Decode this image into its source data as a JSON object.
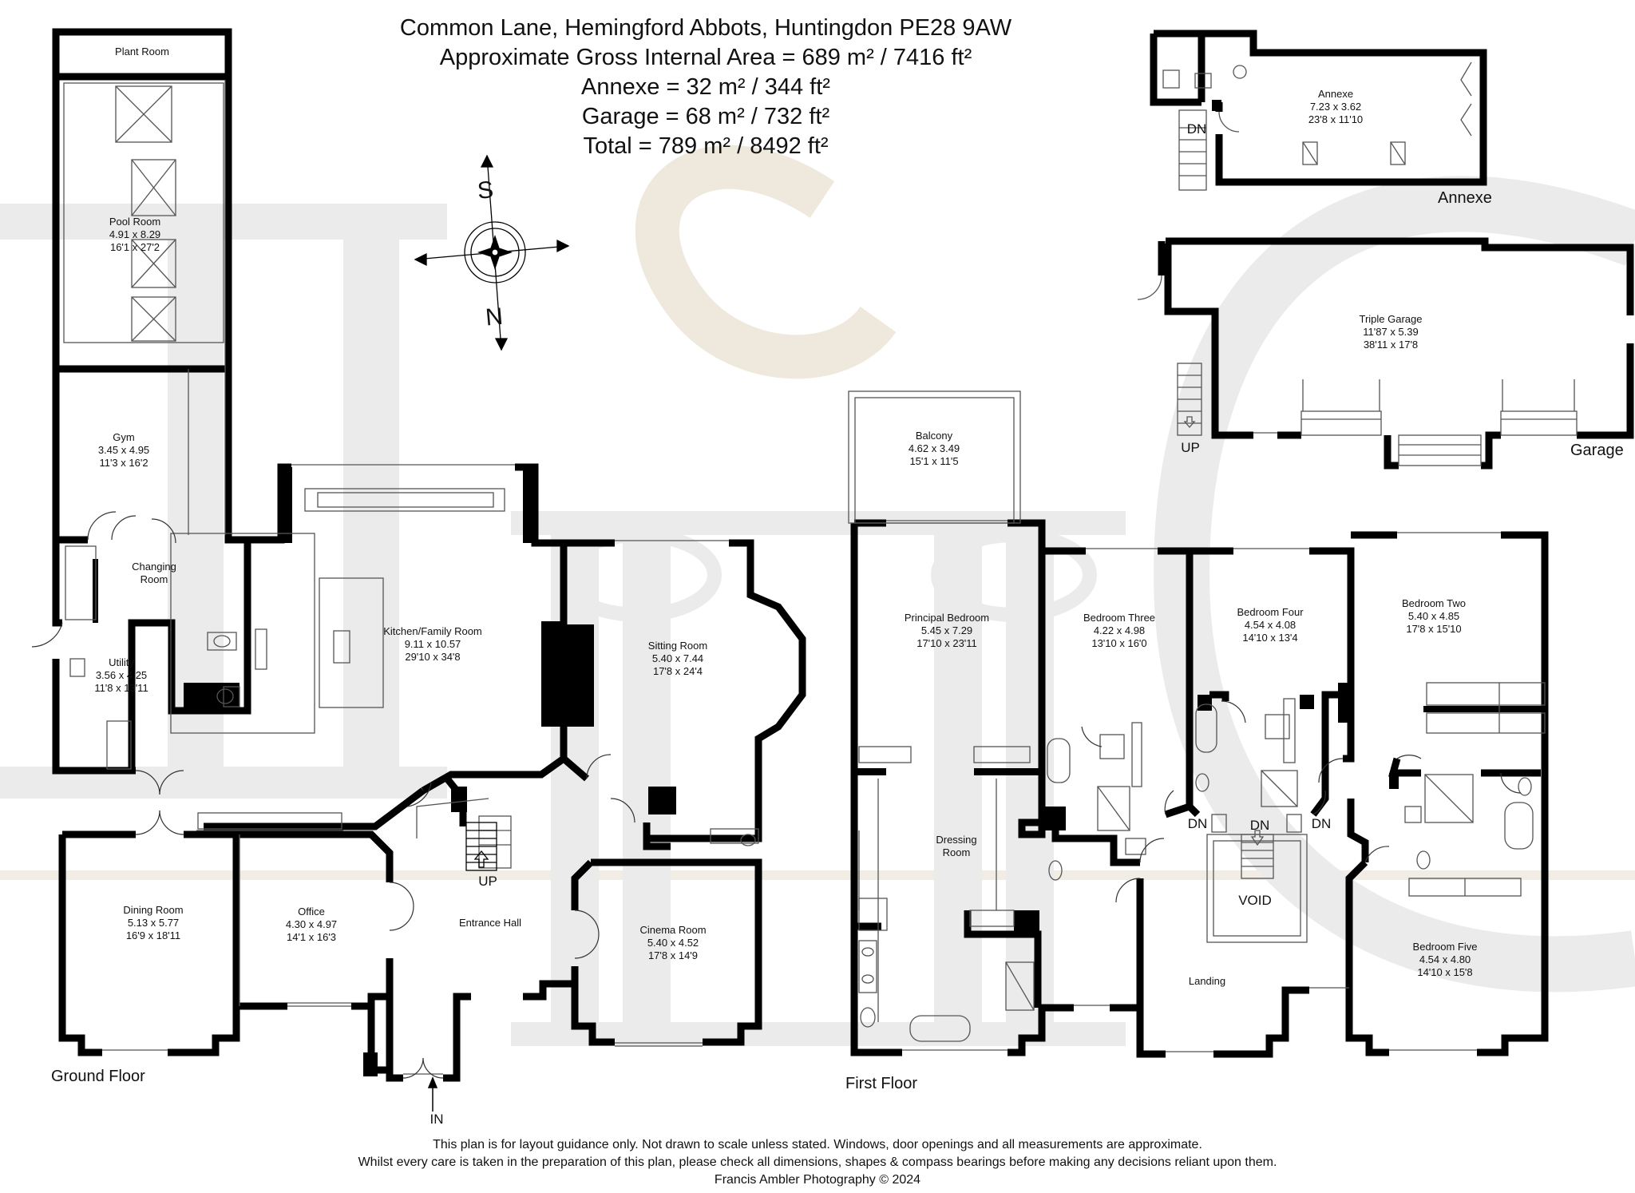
{
  "header": {
    "address": "Common Lane, Hemingford Abbots, Huntingdon PE28 9AW",
    "gia": "Approximate Gross Internal Area = 689 m² / 7416 ft²",
    "annexe": "Annexe = 32 m² / 344 ft²",
    "garage": "Garage = 68 m² / 732 ft²",
    "total": "Total = 789 m² / 8492 ft²"
  },
  "compass": {
    "top_letter": "S",
    "bottom_letter": "N"
  },
  "floor_labels": {
    "ground": "Ground Floor",
    "first": "First Floor",
    "annexe": "Annexe",
    "garage": "Garage"
  },
  "markers": {
    "in": "IN",
    "up_ground": "UP",
    "up_garage": "UP",
    "dn_annexe": "DN",
    "dn_1": "DN",
    "dn_2": "DN",
    "dn_3": "DN",
    "void": "VOID"
  },
  "rooms": {
    "plant_room": {
      "name": "Plant Room"
    },
    "pool_room": {
      "name": "Pool Room",
      "metric": "4.91 x 8.29",
      "imperial": "16'1 x 27'2"
    },
    "gym": {
      "name": "Gym",
      "metric": "3.45 x 4.95",
      "imperial": "11'3 x 16'2"
    },
    "changing_room": {
      "name": "Changing",
      "name2": "Room"
    },
    "utility": {
      "name": "Utility",
      "metric": "3.56 x 4.25",
      "imperial": "11'8 x 13'11"
    },
    "kitchen": {
      "name": "Kitchen/Family Room",
      "metric": "9.11 x 10.57",
      "imperial": "29'10 x 34'8"
    },
    "sitting_room": {
      "name": "Sitting Room",
      "metric": "5.40 x 7.44",
      "imperial": "17'8 x 24'4"
    },
    "dining_room": {
      "name": "Dining Room",
      "metric": "5.13 x 5.77",
      "imperial": "16'9 x 18'11"
    },
    "office": {
      "name": "Office",
      "metric": "4.30 x 4.97",
      "imperial": "14'1 x 16'3"
    },
    "entrance_hall": {
      "name": "Entrance Hall"
    },
    "cinema_room": {
      "name": "Cinema Room",
      "metric": "5.40 x 4.52",
      "imperial": "17'8 x 14'9"
    },
    "balcony": {
      "name": "Balcony",
      "metric": "4.62 x 3.49",
      "imperial": "15'1 x 11'5"
    },
    "principal_bedroom": {
      "name": "Principal Bedroom",
      "metric": "5.45 x 7.29",
      "imperial": "17'10 x 23'11"
    },
    "dressing_room": {
      "name": "Dressing",
      "name2": "Room"
    },
    "bedroom_three": {
      "name": "Bedroom Three",
      "metric": "4.22 x 4.98",
      "imperial": "13'10 x 16'0"
    },
    "bedroom_four": {
      "name": "Bedroom Four",
      "metric": "4.54 x 4.08",
      "imperial": "14'10 x 13'4"
    },
    "bedroom_two": {
      "name": "Bedroom Two",
      "metric": "5.40 x 4.85",
      "imperial": "17'8 x 15'10"
    },
    "bedroom_five": {
      "name": "Bedroom Five",
      "metric": "4.54 x 4.80",
      "imperial": "14'10 x 15'8"
    },
    "landing": {
      "name": "Landing"
    },
    "annexe_room": {
      "name": "Annexe",
      "metric": "7.23 x 3.62",
      "imperial": "23'8 x 11'10"
    },
    "triple_garage": {
      "name": "Triple Garage",
      "metric": "11'87 x 5.39",
      "imperial": "38'11 x 17'8"
    }
  },
  "footer": {
    "line1": "This plan is for layout guidance only. Not drawn to scale unless stated. Windows, door openings and all measurements are approximate.",
    "line2": "Whilst every care is taken in the preparation of this plan, please check all dimensions, shapes & compass bearings before making any decisions reliant upon them.",
    "line3": "Francis Ambler Photography © 2024"
  },
  "colors": {
    "wall": "#000000",
    "watermark": "#e6e6e6",
    "watermark_tan": "#efe8dc"
  }
}
